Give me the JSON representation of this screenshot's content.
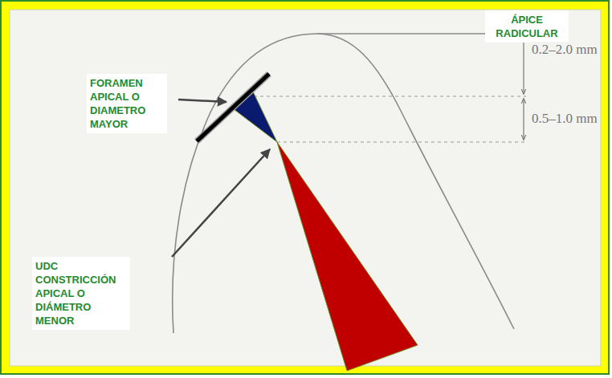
{
  "diagram": {
    "nodes": [
      {
        "text": [
          "ÁPICE RADICULAR"
        ]
      },
      {
        "text": [
          "FORAMEN APICAL O DIAMETRO MAYOR"
        ]
      },
      {
        "text": [
          "UDC CONSTRICCIÓN APICAL O DIÁMETRO MENOR"
        ]
      }
    ],
    "labels": [
      "0.2–2.0 mm",
      "0.5–1.0 mm"
    ]
  }
}
